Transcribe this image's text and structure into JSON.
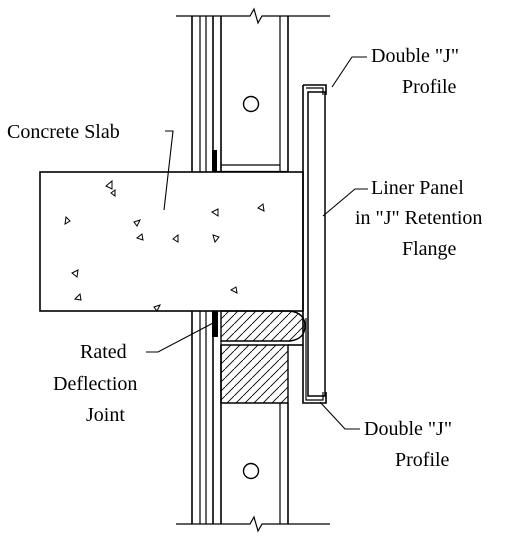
{
  "labels": {
    "concrete_slab": "Concrete Slab",
    "double_j_top_1": "Double \"J\"",
    "double_j_top_2": "Profile",
    "liner_1": "Liner Panel",
    "liner_2": "in \"J\" Retention",
    "liner_3": "Flange",
    "rated_1": "Rated",
    "rated_2": "Deflection",
    "rated_3": "Joint",
    "double_j_bottom_1": "Double \"J\"",
    "double_j_bottom_2": "Profile"
  }
}
